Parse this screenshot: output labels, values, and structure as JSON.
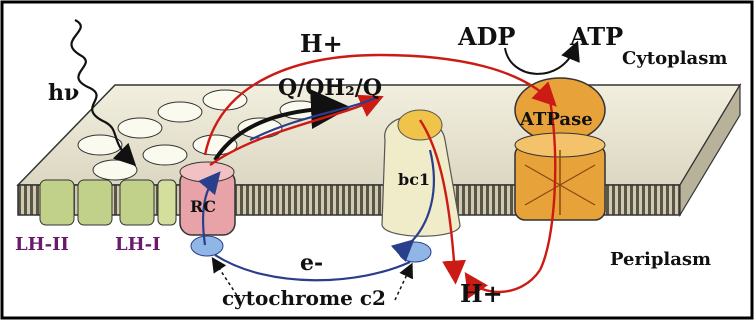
{
  "labels": {
    "light": "hν",
    "proton_top": "H+",
    "quinone": "Q/QH₂/Q",
    "adp": "ADP",
    "atp": "ATP",
    "cytoplasm": "Cytoplasm",
    "atpase": "ATPase",
    "rc": "RC",
    "bc1": "bc1",
    "lh2": "LH-II",
    "lh1": "LH-I",
    "electron": "e-",
    "periplasm": "Periplasm",
    "proton_bottom": "H+",
    "cytochrome": "cytochrome c2"
  },
  "colors": {
    "proton_arrow": "#cc1a14",
    "electron_arrow": "#2a3f8c",
    "membrane": "#e6e2cf",
    "atpase": "#e8a23a",
    "rc": "#e7a3a8",
    "lh": "#c2d18a",
    "cytochrome": "#8fb6e4"
  }
}
